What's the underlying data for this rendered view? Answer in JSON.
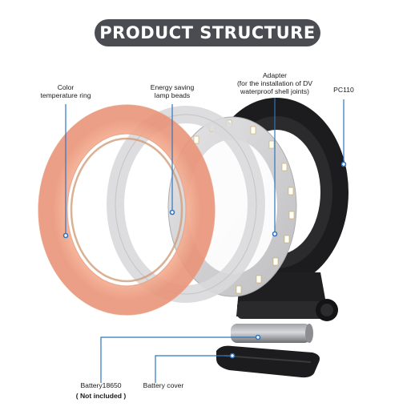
{
  "title": "PRODUCT STRUCTURE",
  "labels": {
    "color_ring_line1": "Color",
    "color_ring_line2": "temperature ring",
    "lamp_beads_line1": "Energy saving",
    "lamp_beads_line2": "lamp beads",
    "adapter_line1": "Adapter",
    "adapter_line2": "(for the installation of DV",
    "adapter_line3": "waterproof shell joints)",
    "pc110": "PC110",
    "battery": "Battery18650",
    "battery_note": "( Not included )",
    "battery_cover": "Battery cover"
  },
  "colors": {
    "title_bg": "#4a4c52",
    "leader_line": "#2f74c0",
    "color_ring": "#f3b59d",
    "adapter_body": "#1c1c1e",
    "led_plate": "#d4d4d6"
  }
}
